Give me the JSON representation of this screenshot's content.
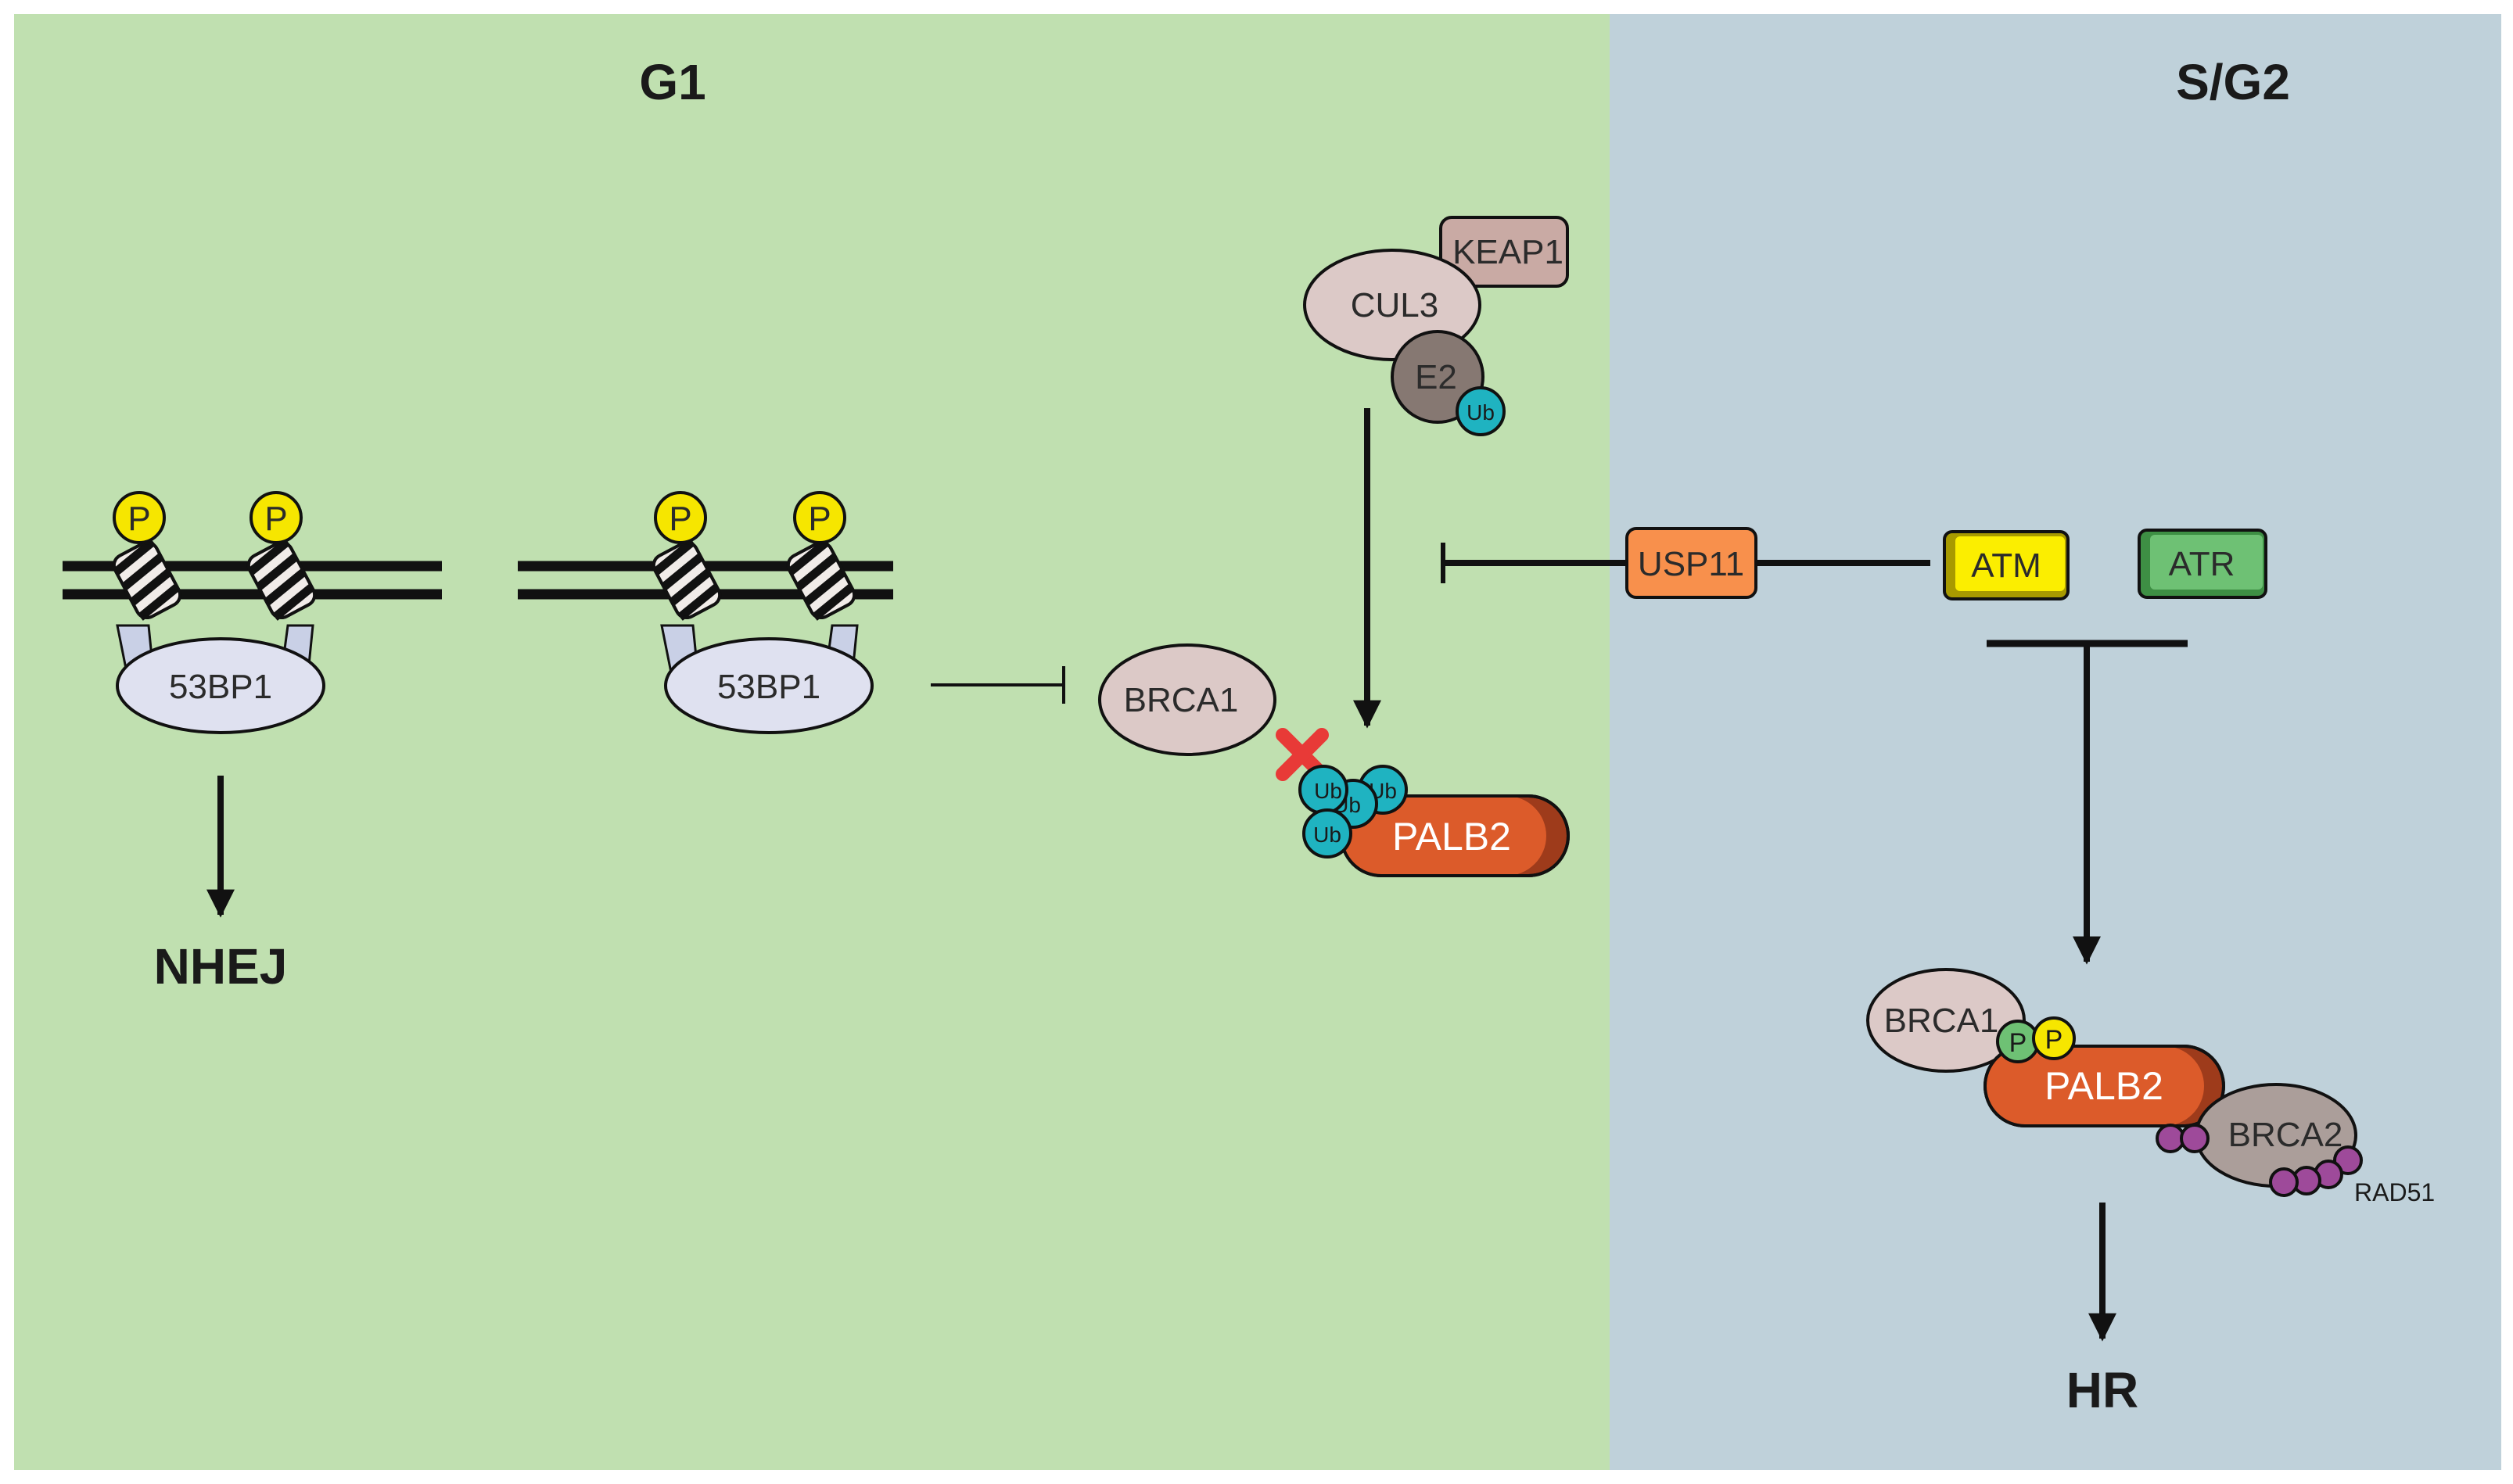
{
  "phases": {
    "left": "G1",
    "right": "S/G2"
  },
  "outcomes": {
    "nhej": "NHEJ",
    "hr": "HR"
  },
  "proteins": {
    "p53bp1": "53BP1",
    "brca1": "BRCA1",
    "cul3": "CUL3",
    "keap1": "KEAP1",
    "e2": "E2",
    "palb2": "PALB2",
    "usp11": "USP11",
    "atm": "ATM",
    "atr": "ATR",
    "brca2": "BRCA2",
    "rad51": "RAD51"
  },
  "modifications": {
    "phospho": "P",
    "ubiquitin": "Ub"
  },
  "colors": {
    "g1_background": "#c0e0b0",
    "sg2_background": "#bfd1da",
    "p53bp1": "#dfe1f0",
    "brca1": "#dcc9c7",
    "brca2": "#ab9e9a",
    "palb2": "#dc5b2a",
    "usp11": "#f8904c",
    "atm": "#fbee00",
    "atr": "#6ec174",
    "keap1": "#c9aaa4",
    "e2": "#867872",
    "ubiquitin": "#1fb3c1",
    "phospho_yellow": "#f6e600",
    "phospho_green": "#6ec174",
    "rad51": "#9e4a9a",
    "inhibition_mark": "#e83a37"
  }
}
